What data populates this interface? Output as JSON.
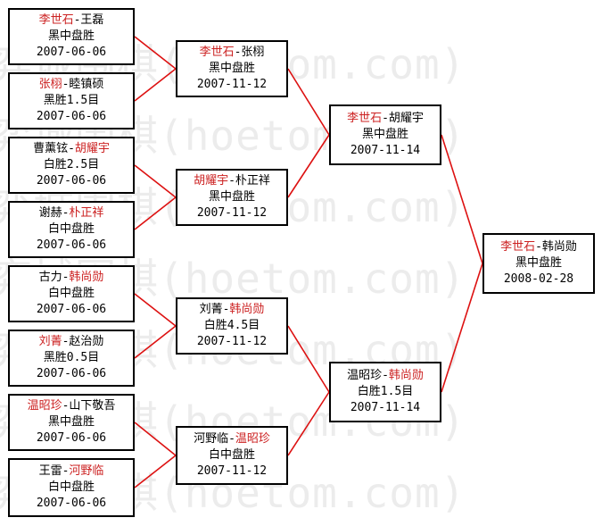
{
  "watermark": {
    "text": "弈城围棋(hoetom.com)"
  },
  "colors": {
    "winner": "#cc2222",
    "line": "#dd1111",
    "border": "#000000",
    "watermark": "#ececec"
  },
  "bracket": {
    "round1": [
      {
        "left": "李世石",
        "right": "王磊",
        "winner": "left",
        "result": "黑中盘胜",
        "date": "2007-06-06"
      },
      {
        "left": "张栩",
        "right": "睦镇硕",
        "winner": "left",
        "result": "黑胜1.5目",
        "date": "2007-06-06"
      },
      {
        "left": "曹薰铉",
        "right": "胡耀宇",
        "winner": "right",
        "result": "白胜2.5目",
        "date": "2007-06-06"
      },
      {
        "left": "谢赫",
        "right": "朴正祥",
        "winner": "right",
        "result": "白中盘胜",
        "date": "2007-06-06"
      },
      {
        "left": "古力",
        "right": "韩尚勋",
        "winner": "right",
        "result": "白中盘胜",
        "date": "2007-06-06"
      },
      {
        "left": "刘菁",
        "right": "赵治勋",
        "winner": "left",
        "result": "黑胜0.5目",
        "date": "2007-06-06"
      },
      {
        "left": "温昭珍",
        "right": "山下敬吾",
        "winner": "left",
        "result": "黑中盘胜",
        "date": "2007-06-06"
      },
      {
        "left": "王雷",
        "right": "河野临",
        "winner": "right",
        "result": "白中盘胜",
        "date": "2007-06-06"
      }
    ],
    "round2": [
      {
        "left": "李世石",
        "right": "张栩",
        "winner": "left",
        "result": "黑中盘胜",
        "date": "2007-11-12"
      },
      {
        "left": "胡耀宇",
        "right": "朴正祥",
        "winner": "left",
        "result": "黑中盘胜",
        "date": "2007-11-12"
      },
      {
        "left": "刘菁",
        "right": "韩尚勋",
        "winner": "right",
        "result": "白胜4.5目",
        "date": "2007-11-12"
      },
      {
        "left": "河野临",
        "right": "温昭珍",
        "winner": "right",
        "result": "白中盘胜",
        "date": "2007-11-12"
      }
    ],
    "round3": [
      {
        "left": "李世石",
        "right": "胡耀宇",
        "winner": "left",
        "result": "黑中盘胜",
        "date": "2007-11-14"
      },
      {
        "left": "温昭珍",
        "right": "韩尚勋",
        "winner": "right",
        "result": "白胜1.5目",
        "date": "2007-11-14"
      }
    ],
    "final": [
      {
        "left": "李世石",
        "right": "韩尚勋",
        "winner": "left",
        "result": "黑中盘胜",
        "date": "2008-02-28"
      }
    ]
  }
}
